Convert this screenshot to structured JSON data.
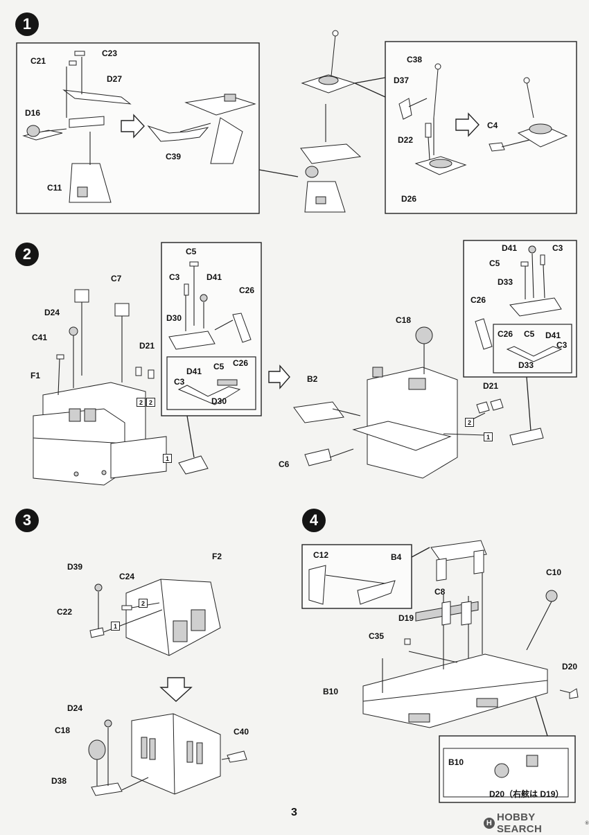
{
  "steps": {
    "s1": "1",
    "s2": "2",
    "s3": "3",
    "s4": "4"
  },
  "labels": {
    "C21": "C21",
    "C23": "C23",
    "D27": "D27",
    "D16": "D16",
    "C39": "C39",
    "C11": "C11",
    "C38": "C38",
    "D37": "D37",
    "D22": "D22",
    "C4": "C4",
    "D26": "D26",
    "C7": "C7",
    "D24": "D24",
    "C41": "C41",
    "F1": "F1",
    "D21": "D21",
    "C5": "C5",
    "C3": "C3",
    "D41": "D41",
    "C26": "C26",
    "D30": "D30",
    "C18": "C18",
    "B2": "B2",
    "C6": "C6",
    "D33": "D33",
    "D39": "D39",
    "C24": "C24",
    "C22": "C22",
    "F2": "F2",
    "C40": "C40",
    "D38": "D38",
    "C12": "C12",
    "B4": "B4",
    "C10": "C10",
    "C8": "C8",
    "D19": "D19",
    "C35": "C35",
    "B10": "B10",
    "D20": "D20",
    "D20_note": "D20（右舷は D19）"
  },
  "markers": {
    "one": "1",
    "two": "2"
  },
  "page_number": "3",
  "watermark": {
    "logo": "H",
    "text": "HOBBY SEARCH",
    "reg": "®"
  }
}
